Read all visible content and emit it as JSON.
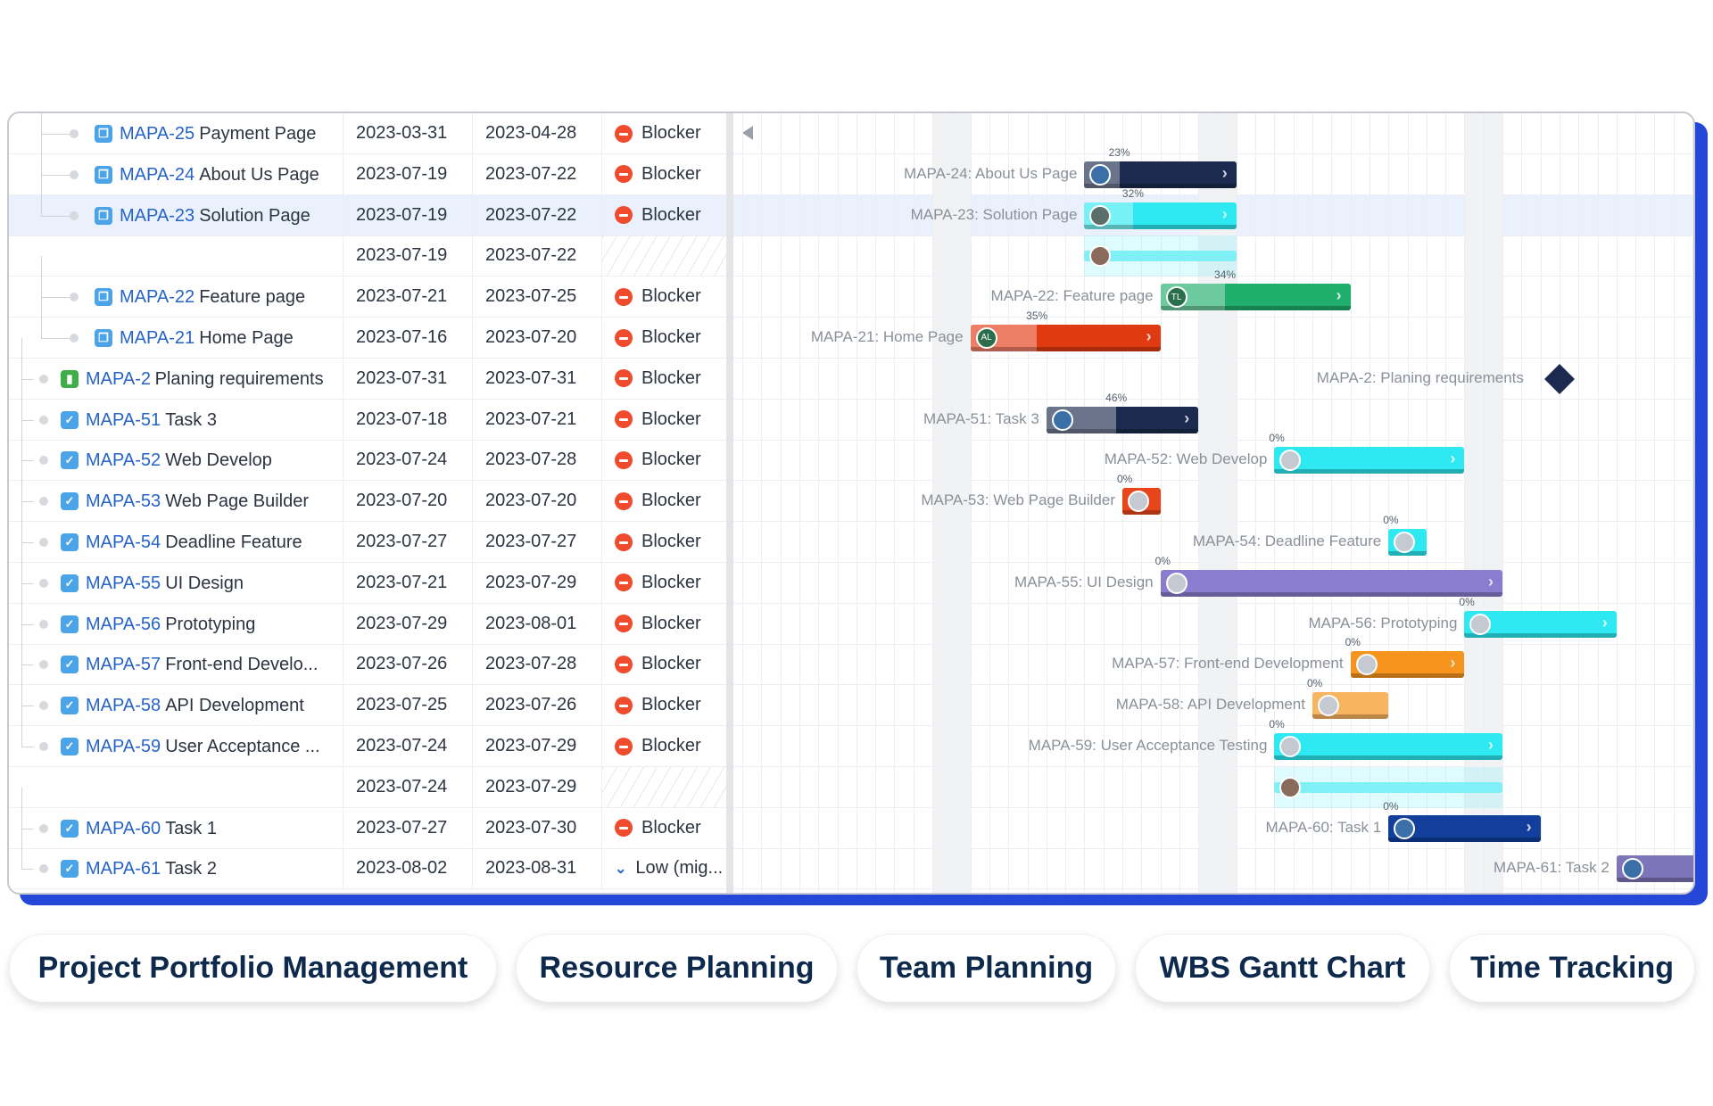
{
  "table": {
    "rows": [
      {
        "key": "MAPA-25",
        "name": "Payment Page",
        "start": "2023-03-31",
        "due": "2023-04-28",
        "priority": "Blocker",
        "type": "subtask",
        "level": 2
      },
      {
        "key": "MAPA-24",
        "name": "About Us Page",
        "start": "2023-07-19",
        "due": "2023-07-22",
        "priority": "Blocker",
        "type": "subtask",
        "level": 2
      },
      {
        "key": "MAPA-23",
        "name": "Solution Page",
        "start": "2023-07-19",
        "due": "2023-07-22",
        "priority": "Blocker",
        "type": "subtask",
        "level": 2,
        "selected": true
      },
      {
        "key": "",
        "name": "",
        "start": "2023-07-19",
        "due": "2023-07-22",
        "priority": "",
        "type": "none",
        "level": 2
      },
      {
        "key": "MAPA-22",
        "name": "Feature page",
        "start": "2023-07-21",
        "due": "2023-07-25",
        "priority": "Blocker",
        "type": "subtask",
        "level": 2
      },
      {
        "key": "MAPA-21",
        "name": "Home Page",
        "start": "2023-07-16",
        "due": "2023-07-20",
        "priority": "Blocker",
        "type": "subtask",
        "level": 2
      },
      {
        "key": "MAPA-2",
        "name": "Planing requirements",
        "start": "2023-07-31",
        "due": "2023-07-31",
        "priority": "Blocker",
        "type": "story",
        "level": 1
      },
      {
        "key": "MAPA-51",
        "name": "Task 3",
        "start": "2023-07-18",
        "due": "2023-07-21",
        "priority": "Blocker",
        "type": "task",
        "level": 1
      },
      {
        "key": "MAPA-52",
        "name": "Web Develop",
        "start": "2023-07-24",
        "due": "2023-07-28",
        "priority": "Blocker",
        "type": "task",
        "level": 1
      },
      {
        "key": "MAPA-53",
        "name": "Web Page Builder",
        "start": "2023-07-20",
        "due": "2023-07-20",
        "priority": "Blocker",
        "type": "task",
        "level": 1
      },
      {
        "key": "MAPA-54",
        "name": "Deadline Feature",
        "start": "2023-07-27",
        "due": "2023-07-27",
        "priority": "Blocker",
        "type": "task",
        "level": 1
      },
      {
        "key": "MAPA-55",
        "name": "UI Design",
        "start": "2023-07-21",
        "due": "2023-07-29",
        "priority": "Blocker",
        "type": "task",
        "level": 1
      },
      {
        "key": "MAPA-56",
        "name": "Prototyping",
        "start": "2023-07-29",
        "due": "2023-08-01",
        "priority": "Blocker",
        "type": "task",
        "level": 1
      },
      {
        "key": "MAPA-57",
        "name": "Front-end Develo...",
        "start": "2023-07-26",
        "due": "2023-07-28",
        "priority": "Blocker",
        "type": "task",
        "level": 1
      },
      {
        "key": "MAPA-58",
        "name": "API Development",
        "start": "2023-07-25",
        "due": "2023-07-26",
        "priority": "Blocker",
        "type": "task",
        "level": 1
      },
      {
        "key": "MAPA-59",
        "name": "User Acceptance ...",
        "start": "2023-07-24",
        "due": "2023-07-29",
        "priority": "Blocker",
        "type": "task",
        "level": 1
      },
      {
        "key": "",
        "name": "",
        "start": "2023-07-24",
        "due": "2023-07-29",
        "priority": "",
        "type": "none",
        "level": 1
      },
      {
        "key": "MAPA-60",
        "name": "Task 1",
        "start": "2023-07-27",
        "due": "2023-07-30",
        "priority": "Blocker",
        "type": "task",
        "level": 1
      },
      {
        "key": "MAPA-61",
        "name": "Task 2",
        "start": "2023-08-02",
        "due": "2023-08-31",
        "priority": "Low (mig...",
        "type": "task",
        "level": 1
      }
    ]
  },
  "gantt": {
    "bars": [
      {
        "row": 1,
        "label": "MAPA-24: About Us Page",
        "start": "2023-07-19",
        "end": "2023-07-22",
        "color": "#1b2a4e",
        "progress": "23%",
        "avatar": "logo"
      },
      {
        "row": 2,
        "label": "MAPA-23: Solution Page",
        "start": "2023-07-19",
        "end": "2023-07-22",
        "color": "#2ee9f2",
        "progress": "32%",
        "avatar": "photo"
      },
      {
        "row": 3,
        "label": "",
        "start": "2023-07-19",
        "end": "2023-07-22",
        "color": "#7ff0f6",
        "progress": "",
        "avatar": "photo",
        "thin": true
      },
      {
        "row": 4,
        "label": "MAPA-22: Feature page",
        "start": "2023-07-21",
        "end": "2023-07-25",
        "color": "#1fae6b",
        "progress": "34%",
        "avatar": "TL"
      },
      {
        "row": 5,
        "label": "MAPA-21: Home Page",
        "start": "2023-07-16",
        "end": "2023-07-20",
        "color": "#e03a12",
        "progress": "35%",
        "avatar": "AL"
      },
      {
        "row": 7,
        "label": "MAPA-51: Task 3",
        "start": "2023-07-18",
        "end": "2023-07-21",
        "color": "#1b2a4e",
        "progress": "46%",
        "avatar": "logo"
      },
      {
        "row": 8,
        "label": "MAPA-52: Web Develop",
        "start": "2023-07-24",
        "end": "2023-07-28",
        "color": "#2ee9f2",
        "progress": "0%",
        "avatar": "user"
      },
      {
        "row": 9,
        "label": "MAPA-53: Web Page Builder",
        "start": "2023-07-20",
        "end": "2023-07-20",
        "color": "#e8461a",
        "progress": "0%",
        "avatar": "user"
      },
      {
        "row": 10,
        "label": "MAPA-54: Deadline Feature",
        "start": "2023-07-27",
        "end": "2023-07-27",
        "color": "#2ee9f2",
        "progress": "0%",
        "avatar": "user"
      },
      {
        "row": 11,
        "label": "MAPA-55: UI Design",
        "start": "2023-07-21",
        "end": "2023-07-29",
        "color": "#8a7ccf",
        "progress": "0%",
        "avatar": "user"
      },
      {
        "row": 12,
        "label": "MAPA-56: Prototyping",
        "start": "2023-07-29",
        "end": "2023-08-01",
        "color": "#2ee9f2",
        "progress": "0%",
        "avatar": "user"
      },
      {
        "row": 13,
        "label": "MAPA-57: Front-end Development",
        "start": "2023-07-26",
        "end": "2023-07-28",
        "color": "#f7941d",
        "progress": "0%",
        "avatar": "user"
      },
      {
        "row": 14,
        "label": "MAPA-58: API Development",
        "start": "2023-07-25",
        "end": "2023-07-26",
        "color": "#f8b560",
        "progress": "0%",
        "avatar": "user"
      },
      {
        "row": 15,
        "label": "MAPA-59: User Acceptance Testing",
        "start": "2023-07-24",
        "end": "2023-07-29",
        "color": "#2ee9f2",
        "progress": "0%",
        "avatar": "user"
      },
      {
        "row": 16,
        "label": "",
        "start": "2023-07-24",
        "end": "2023-07-29",
        "color": "#7ff0f6",
        "progress": "",
        "avatar": "photo",
        "thin": true
      },
      {
        "row": 17,
        "label": "MAPA-60: Task 1",
        "start": "2023-07-27",
        "end": "2023-07-30",
        "color": "#123f9c",
        "progress": "0%",
        "avatar": "logo"
      },
      {
        "row": 18,
        "label": "MAPA-61: Task 2",
        "start": "2023-08-02",
        "end": "2023-08-31",
        "color": "#7e74b8",
        "progress": "",
        "avatar": "logo"
      }
    ],
    "milestones": [
      {
        "row": 6,
        "label": "MAPA-2: Planing requirements",
        "date": "2023-07-31",
        "color": "#1b2a4e"
      }
    ]
  },
  "buttons": [
    "Project Portfolio Management",
    "Resource Planning",
    "Team Planning",
    "WBS Gantt Chart",
    "Time Tracking"
  ],
  "colors": {
    "accent": "#2447d8",
    "key_link": "#2563c9",
    "blocker": "#ef4b2c"
  }
}
